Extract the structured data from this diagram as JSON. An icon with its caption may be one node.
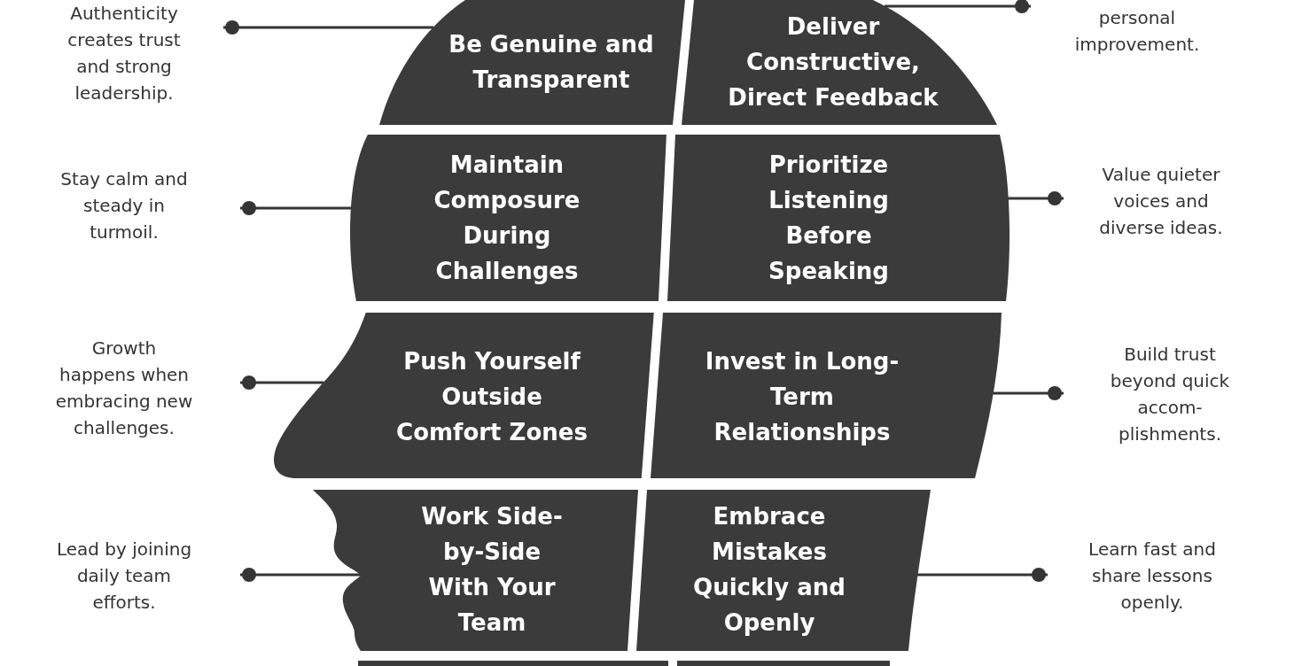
{
  "diagram": {
    "nodes": [
      {
        "text": [
          "Authenticity creates trust and strong leadership."
        ]
      },
      {
        "text": [
          "Be Genuine and Transparent"
        ]
      },
      {
        "text": [
          "Deliver Constructive, Direct Feedback"
        ]
      },
      {
        "text": [
          "personal improvement."
        ]
      },
      {
        "text": [
          "Stay calm and steady in turmoil."
        ]
      },
      {
        "text": [
          "Maintain Composure During Challenges"
        ]
      },
      {
        "text": [
          "Prioritize Listening Before Speaking"
        ]
      },
      {
        "text": [
          "Value quieter voices and diverse ideas."
        ]
      },
      {
        "text": [
          "Growth happens when embracing new challenges."
        ]
      },
      {
        "text": [
          "Push Yourself Outside Comfort Zones"
        ]
      },
      {
        "text": [
          "Invest in Long- Term Relationships"
        ]
      },
      {
        "text": [
          "Build trust beyond quick accom- plishments."
        ]
      },
      {
        "text": [
          "Lead by joining daily team efforts."
        ]
      },
      {
        "text": [
          "Work Side- by-Side With Your Team"
        ]
      },
      {
        "text": [
          "Embrace Mistakes Quickly and Openly"
        ]
      },
      {
        "text": [
          "Learn fast and share lessons openly."
        ]
      },
      {
        "text": [],
        "shape": "box"
      },
      {
        "text": [],
        "shape": "box"
      }
    ],
    "edges": [
      {
        "from": 0,
        "to": 1,
        "arrow": "other"
      },
      {
        "from": 3,
        "to": 2,
        "arrow": "other"
      },
      {
        "from": 4,
        "to": 5,
        "arrow": "other"
      },
      {
        "from": 7,
        "to": 6,
        "arrow": "other"
      },
      {
        "from": 8,
        "to": 9,
        "arrow": "other"
      },
      {
        "from": 11,
        "to": 10,
        "arrow": "other"
      },
      {
        "from": 12,
        "to": 13,
        "arrow": "other"
      },
      {
        "from": 15,
        "to": 14,
        "arrow": "other"
      }
    ]
  }
}
